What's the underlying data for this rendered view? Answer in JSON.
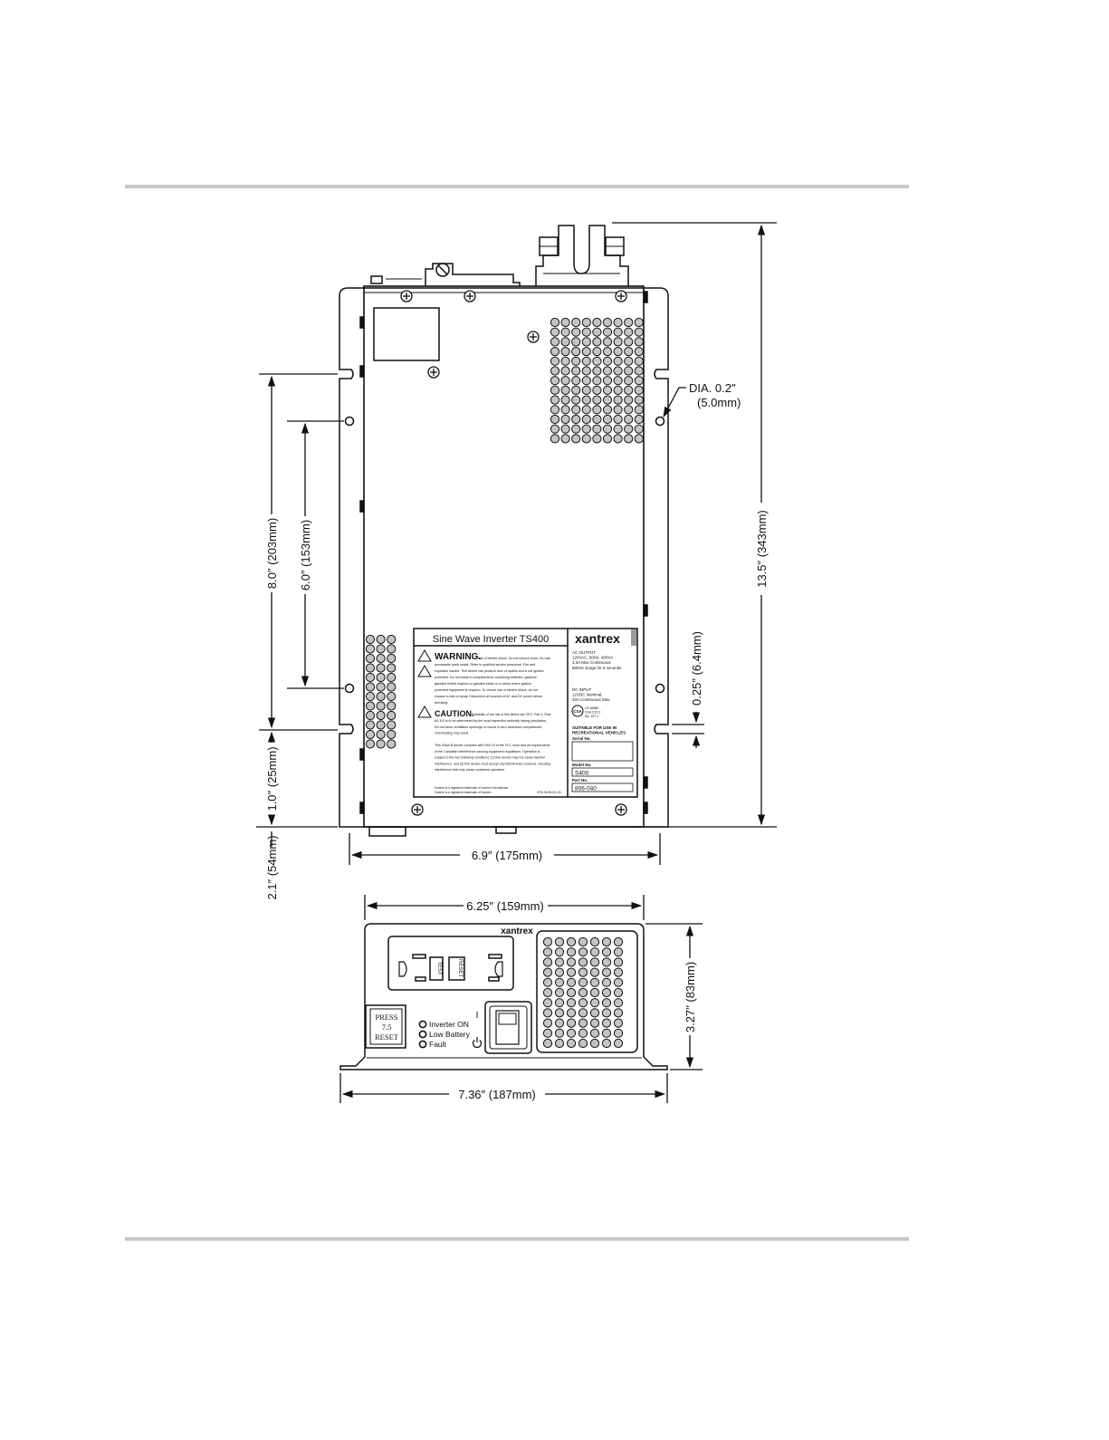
{
  "page": {
    "rule_color": "#c8c8c8"
  },
  "top_view": {
    "dimensions": {
      "height_overall": "13.5″ (343mm)",
      "slot_spacing": "8.0″ (203mm)",
      "hole_spacing": "6.0″ (153mm)",
      "slot_to_base": "1.0″ (25mm)",
      "bottom_offset": "2.1″ (54mm)",
      "slot_width": "0.25″ (6.4mm)",
      "width": "6.9″ (175mm)",
      "hole_dia_line1": "DIA. 0.2″",
      "hole_dia_line2": "(5.0mm)"
    },
    "label": {
      "title": "Sine Wave Inverter TS400",
      "brand": "xantrex",
      "warning_heading": "WARNING.",
      "warning_text": [
        "Risk of electric shock. Do not remove cover. No user",
        "serviceable parts inside. Refer to qualified service personnel. Fire and",
        "explosion hazard. This device can produce arcs or sparks and is not ignition",
        "protected. Do not install in compartments containing batteries, gasoline,",
        "gasoline fueled engines or gasoline tanks or in areas where ignition",
        "protected equipment is required. To reduce risk of electric shock, do not",
        "expose to rain or spray. Disconnect all sources of AC and DC power before",
        "servicing."
      ],
      "caution_heading": "CAUTION.",
      "caution_text": [
        "Suitability of the use of this device per CEC, Part 1, Rule",
        "64-110 is to be determined by the local inspection authority having jurisdiction.",
        "Do not block ventilation openings or mount in zero clearance compartment.",
        "Overheating may result."
      ],
      "fcc_text": [
        "This Class B device complies with Part 15 of the FCC rules and all requirements",
        "of the Canadian interference causing equipment regulations. Operation is",
        "subject to the two following conditions: (1) this device may not cause harmful",
        "interference, and (2) this device must accept any interference received, including",
        "interference that may cause undesired operation."
      ],
      "trademark_text": [
        "Xantrex is a registered trademark of Xantrex International",
        "Xantrex is a registered trademark of Xantrex"
      ],
      "doc_code": "975-0190-01-01",
      "ac_output_lines": [
        "AC OUTPUT",
        "120VAC, 60Hz, 400VA",
        "3.3A Max Continuous",
        "600VA Surge for 5 seconds"
      ],
      "dc_input_lines": [
        "DC INPUT",
        "12VDC Nominal,",
        "40A Continuous Max."
      ],
      "cert_mark": "CSA",
      "cert_text": [
        "LR 48985",
        "CSA C22.2",
        "No. 107.1"
      ],
      "rv_lines": [
        "SUITABLE FOR USE IN",
        "RECREATIONAL VEHICLES"
      ],
      "serial_label": "Serial No.",
      "model_label": "Model No.",
      "model_value": "S400",
      "part_label": "Part No.",
      "part_value": "806-040"
    }
  },
  "front_view": {
    "dimensions": {
      "inner_width": "6.25″ (159mm)",
      "outer_width": "7.36″ (187mm)",
      "height": "3.27″ (83mm)"
    },
    "brand": "xantrex",
    "gfci_test": "TEST",
    "gfci_reset": "RESET",
    "breaker_lines": [
      "PRESS",
      "7.5",
      "RESET"
    ],
    "leds": [
      "Inverter ON",
      "Low Battery",
      "Fault"
    ],
    "switch_on_symbol": "I",
    "switch_power_icon": "power-icon"
  }
}
